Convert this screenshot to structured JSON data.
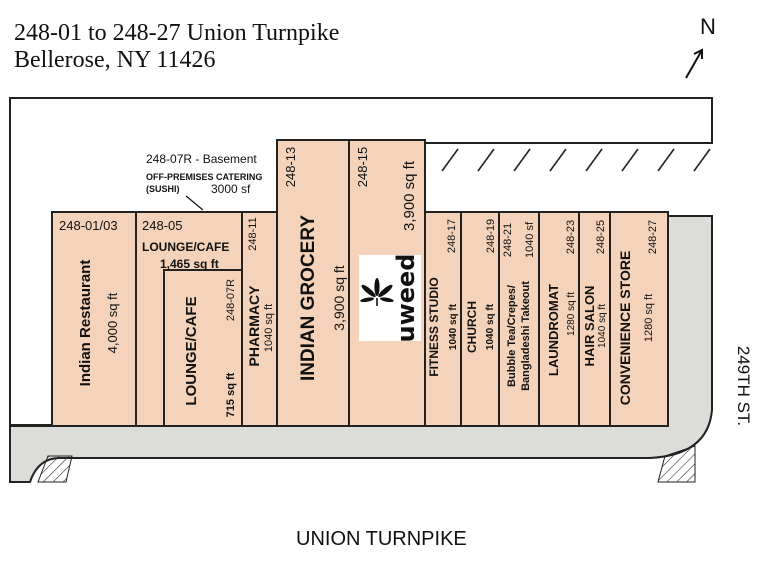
{
  "title": {
    "line1": "248-01 to 248-27 Union Turnpike",
    "line2": "Bellerose, NY 11426"
  },
  "north_label": "N",
  "streets": {
    "bottom": "UNION TURNPIKE",
    "right": "249TH ST."
  },
  "callout": {
    "unit": "248-07R - Basement",
    "use_line1": "OFF-PREMISES CATERING",
    "use_line2": "(SUSHI)",
    "size": "3000 sf"
  },
  "logo_text": "uweed",
  "units": [
    {
      "id": "u1",
      "number": "248-01/03",
      "name": "Indian Restaurant",
      "size": "4,000 sq ft"
    },
    {
      "id": "u2",
      "number": "248-05",
      "name": "LOUNGE/CAFE",
      "size": "1,465 sq ft"
    },
    {
      "id": "u3",
      "number": "248-07R",
      "name": "LOUNGE/CAFE",
      "size": "715 sq ft"
    },
    {
      "id": "u4",
      "number": "248-11",
      "name": "PHARMACY",
      "size": "1040 sq ft"
    },
    {
      "id": "u5",
      "number": "248-13",
      "name": "INDIAN GROCERY",
      "size": "3,900 sq ft"
    },
    {
      "id": "u6",
      "number": "248-15",
      "name": "",
      "size": "3,900 sq ft"
    },
    {
      "id": "u7",
      "number": "248-17",
      "name": "FITNESS STUDIO",
      "size": "1040 sq ft"
    },
    {
      "id": "u8",
      "number": "248-19",
      "name": "CHURCH",
      "size": "1040 sq ft"
    },
    {
      "id": "u9",
      "number": "248-21",
      "name": "Bubble Tea/Crepes/",
      "name2": "Bangladeshi Takeout",
      "size": "1040 sf"
    },
    {
      "id": "u10",
      "number": "248-23",
      "name": "LAUNDROMAT",
      "size": "1280 sq ft"
    },
    {
      "id": "u11",
      "number": "248-25",
      "name": "HAIR SALON",
      "size": "1040 sq ft"
    },
    {
      "id": "u12",
      "number": "248-27",
      "name": "CONVENIENCE STORE",
      "size": "1280 sq ft"
    }
  ],
  "colors": {
    "unit_fill": "#f5d3bb",
    "paving": "#dcdcd8",
    "outline": "#222222",
    "background": "#ffffff"
  }
}
